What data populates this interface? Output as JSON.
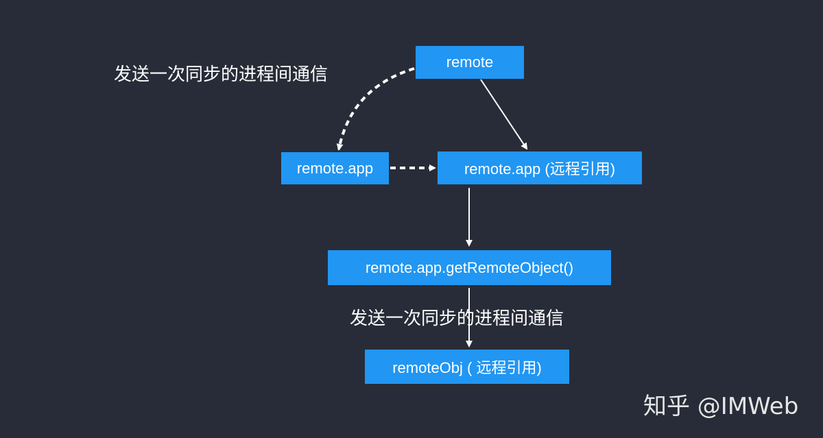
{
  "nodes": {
    "remote": "remote",
    "remote_app": "remote.app",
    "remote_app_ref": "remote.app (远程引用)",
    "get_remote_object": "remote.app.getRemoteObject()",
    "remote_obj": "remoteObj ( 远程引用)"
  },
  "captions": {
    "top_left": "发送一次同步的进程间通信",
    "middle": "发送一次同步的进程间通信"
  },
  "watermark": "知乎 @IMWeb",
  "colors": {
    "background": "#282c38",
    "node_fill": "#2196f3",
    "text": "#ffffff"
  }
}
